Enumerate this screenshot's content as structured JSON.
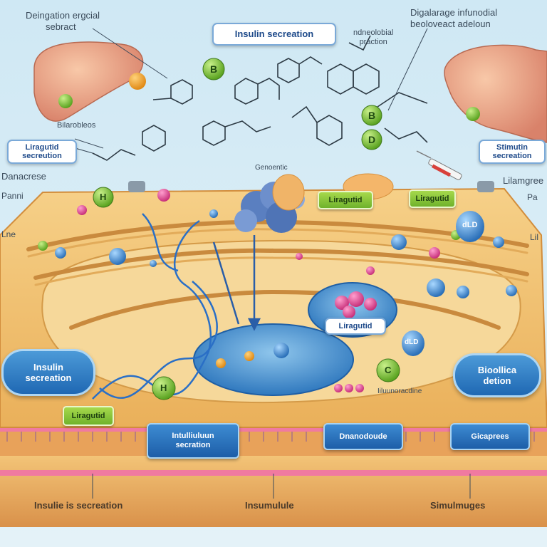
{
  "labels": {
    "top_title": "Insulin secreation",
    "top_left": [
      "Deingation ergcial",
      "sebract"
    ],
    "top_right": [
      "Digalarage infunodial",
      "beoloveact adeloun"
    ],
    "top_mid": [
      "ndneolobial",
      "praction"
    ],
    "left_tag": [
      "Liragutid",
      "secreution"
    ],
    "right_tag": [
      "Stimutin",
      "secreation"
    ],
    "bilarobles": "Bilarobleos",
    "left_side_1": "Danacrese",
    "left_side_2": "Panni",
    "left_side_3": "Lne",
    "right_side_1": "Lilamgree",
    "right_side_2": "Pa",
    "right_side_3": "Lil",
    "genoentic": "Genoentic",
    "liragutid_1": "Liragutid",
    "liragutid_2": "Liragutid",
    "liragutid_vesicle": "Liragutid",
    "liragutid_bottom": "Liragutid",
    "liunorac": "Iiluunoracdine",
    "left_bubble": [
      "Insulin",
      "secreation"
    ],
    "right_bubble": [
      "Bioollica",
      "detion"
    ],
    "panel_1": [
      "Intulliuluun",
      "secration"
    ],
    "panel_2": "Dnanodoude",
    "panel_3": "Gicaprees",
    "bottom_1": "Insulie is secreation",
    "bottom_2": "Insumulule",
    "bottom_3": "Simulmuges",
    "molecule_b1": "B",
    "molecule_b2": "B",
    "molecule_d": "D",
    "molecule_h1": "H",
    "molecule_h2": "H",
    "molecule_c": "C",
    "molecule_dld1": "dLD",
    "molecule_dld2": "dLD"
  },
  "colors": {
    "sky": "#cfe8f4",
    "membrane": "#f2c169",
    "cell_inner": "#f6d89a",
    "accent_blue": "#2a78c6",
    "accent_green": "#7dc23a",
    "liver": "#f0a98a"
  }
}
